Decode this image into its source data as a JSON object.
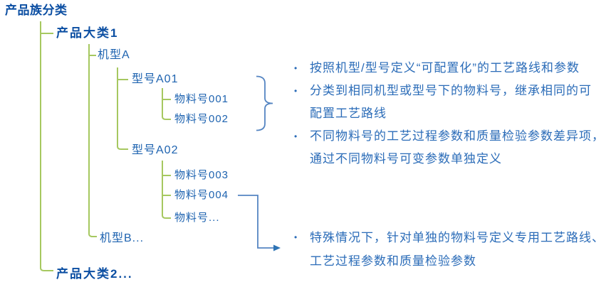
{
  "tree": {
    "nodes": [
      {
        "id": "root",
        "label": "产品族分类"
      },
      {
        "id": "category-1",
        "label": "产品大类1"
      },
      {
        "id": "machine-a",
        "label": "机型A"
      },
      {
        "id": "model-a01",
        "label": "型号A01"
      },
      {
        "id": "material-001",
        "label": "物料号001"
      },
      {
        "id": "material-002",
        "label": "物料号002"
      },
      {
        "id": "model-a02",
        "label": "型号A02"
      },
      {
        "id": "material-003",
        "label": "物料号003"
      },
      {
        "id": "material-004",
        "label": "物料号004"
      },
      {
        "id": "material-etc",
        "label": "物料号..."
      },
      {
        "id": "machine-b",
        "label": "机型B..."
      },
      {
        "id": "category-2",
        "label": "产品大类2..."
      }
    ]
  },
  "bullets": {
    "marker": "•",
    "group1": {
      "items": [
        {
          "text": "按照机型/型号定义“可配置化”的工艺路线和参数"
        },
        {
          "text": "分类到相同机型或型号下的物料号，继承相同的可\n配置工艺路线"
        },
        {
          "text": "不同物料号的工艺过程参数和质量检验参数差异项，\n通过不同物料号可变参数单独定义"
        }
      ]
    },
    "group2": {
      "items": [
        {
          "text": "特殊情况下，针对单独的物料号定义专用工艺路线、\n工艺过程参数和质量检验参数"
        }
      ]
    }
  },
  "colors": {
    "tree_line_green": "#A6C860",
    "node_text_bold_blue": "#0B4EA2",
    "node_text_blue": "#1E63B0",
    "bullet_text_blue": "#2B6CB8",
    "connector_blue": "#5585C2"
  }
}
